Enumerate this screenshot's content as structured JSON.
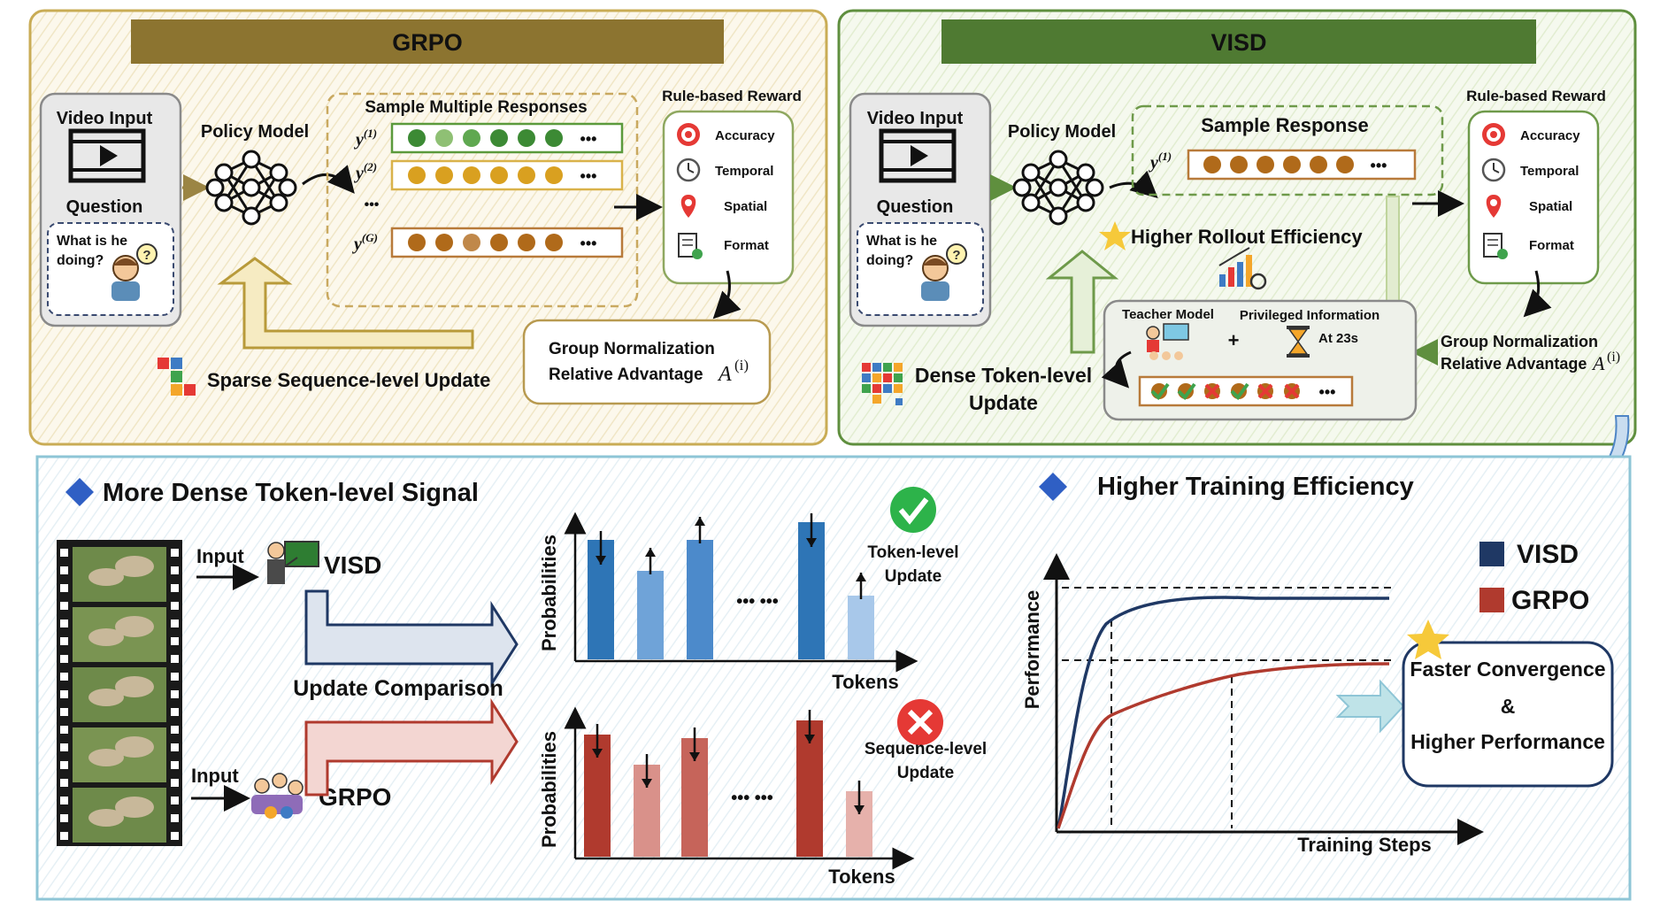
{
  "grpo_panel": {
    "title": "GRPO",
    "video_input": "Video Input",
    "question": "Question",
    "question_text_1": "What is he",
    "question_text_2": "doing?",
    "policy_model": "Policy Model",
    "sample_title": "Sample Multiple Responses",
    "y_labels": [
      "y(1)",
      "y(2)",
      "y(G)"
    ],
    "dots": "•••",
    "vdots": "•••",
    "reward_title": "Rule-based Reward",
    "rewards": [
      "Accuracy",
      "Temporal",
      "Spatial",
      "Format"
    ],
    "norm_line1": "Group Normalization",
    "norm_line2": "Relative Advantage",
    "adv_symbol": "A",
    "adv_sup": "(i)",
    "update_label": "Sparse Sequence-level Update"
  },
  "visd_panel": {
    "title": "VISD",
    "video_input": "Video Input",
    "question": "Question",
    "question_text_1": "What is he",
    "question_text_2": "doing?",
    "policy_model": "Policy Model",
    "sample_title": "Sample Response",
    "y_label": "y(1)",
    "dots": "•••",
    "rollout": "Higher Rollout Efficiency",
    "reward_title": "Rule-based Reward",
    "rewards": [
      "Accuracy",
      "Temporal",
      "Spatial",
      "Format"
    ],
    "norm_line1": "Group Normalization",
    "norm_line2": "Relative Advantage",
    "adv_symbol": "A",
    "adv_sup": "(i)",
    "teacher": "Teacher Model",
    "privileged": "Privileged Information",
    "plus": "+",
    "at_time": "At 23s",
    "dense_line1": "Dense Token-level",
    "dense_line2": "Update"
  },
  "bottom_panel": {
    "left_heading": "More Dense Token-level Signal",
    "right_heading": "Higher Training Efficiency",
    "input_top": "Input",
    "input_bottom": "Input",
    "visd": "VISD",
    "grpo": "GRPO",
    "update_comparison": "Update Comparison",
    "token_update_1": "Token-level",
    "token_update_2": "Update",
    "seq_update_1": "Sequence-level",
    "seq_update_2": "Update",
    "probabilities": "Probabilities",
    "tokens": "Tokens",
    "bar_dots": "•••  •••",
    "performance": "Performance",
    "training_steps": "Training Steps",
    "legend_visd": "VISD",
    "legend_grpo": "GRPO",
    "conv_line1": "Faster Convergence",
    "conv_amp": "&",
    "conv_line2": "Higher Performance"
  },
  "colors": {
    "grpo_title_bg": "#8C7430",
    "visd_title_bg": "#4F7A32",
    "visd_blue": "#1F3864",
    "grpo_red": "#B03A2E",
    "bar_blue": "#2E75B6",
    "bar_red": "#B03A2E"
  }
}
